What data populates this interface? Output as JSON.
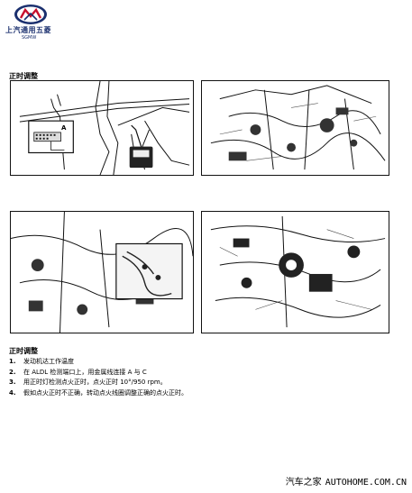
{
  "logo": {
    "brand_cn": "上汽通用五菱",
    "brand_en": "SGMW"
  },
  "section_title_top": "正时调整",
  "figures": [
    {
      "name": "aldl-connector-diagram",
      "label": "A"
    },
    {
      "name": "engine-bay-photo-1"
    },
    {
      "name": "engine-bay-photo-2"
    },
    {
      "name": "engine-bay-photo-3"
    }
  ],
  "section_title_bottom": "正时调整",
  "steps": [
    {
      "num": "1.",
      "text": "发动机达工作温度"
    },
    {
      "num": "2.",
      "text": "在 ALDL 检测端口上，用金属线连接 A 与 C"
    },
    {
      "num": "3.",
      "text": "用正时灯检测点火正时，点火正时 10°/950 rpm。"
    },
    {
      "num": "4.",
      "text": "假如点火正时不正确，转动点火线圈调整正确的点火正时。"
    }
  ],
  "footer": {
    "site_cn": "汽车之家",
    "site_en": "AUTOHOME.COM.CN"
  },
  "colors": {
    "brand_blue": "#1a2f6e",
    "brand_red": "#c8102e"
  }
}
